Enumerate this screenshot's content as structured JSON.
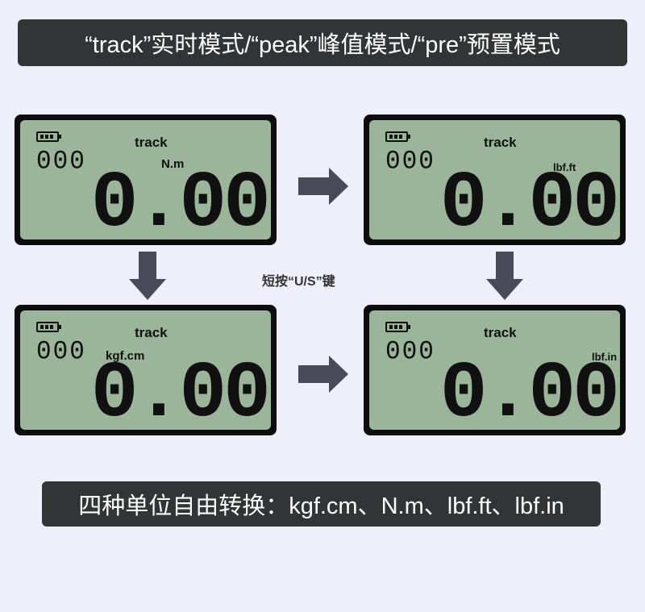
{
  "header": {
    "title": "“track”实时模式/“peak”峰值模式/“pre”预置模式"
  },
  "hint": "短按“U/S”键",
  "footer": {
    "text": "四种单位自由转换：kgf.cm、N.m、lbf.ft、lbf.in"
  },
  "screens": [
    {
      "count": "000",
      "mode": "track",
      "unit": "N.m",
      "value": "0.00"
    },
    {
      "count": "000",
      "mode": "track",
      "unit": "lbf.ft",
      "value": "0.00"
    },
    {
      "count": "000",
      "mode": "track",
      "unit": "kgf.cm",
      "value": "0.00"
    },
    {
      "count": "000",
      "mode": "track",
      "unit": "lbf.in",
      "value": "0.00"
    }
  ],
  "colors": {
    "lcd": "#9bb59b",
    "arrow": "#4a4a5a",
    "bar": "#333436"
  }
}
